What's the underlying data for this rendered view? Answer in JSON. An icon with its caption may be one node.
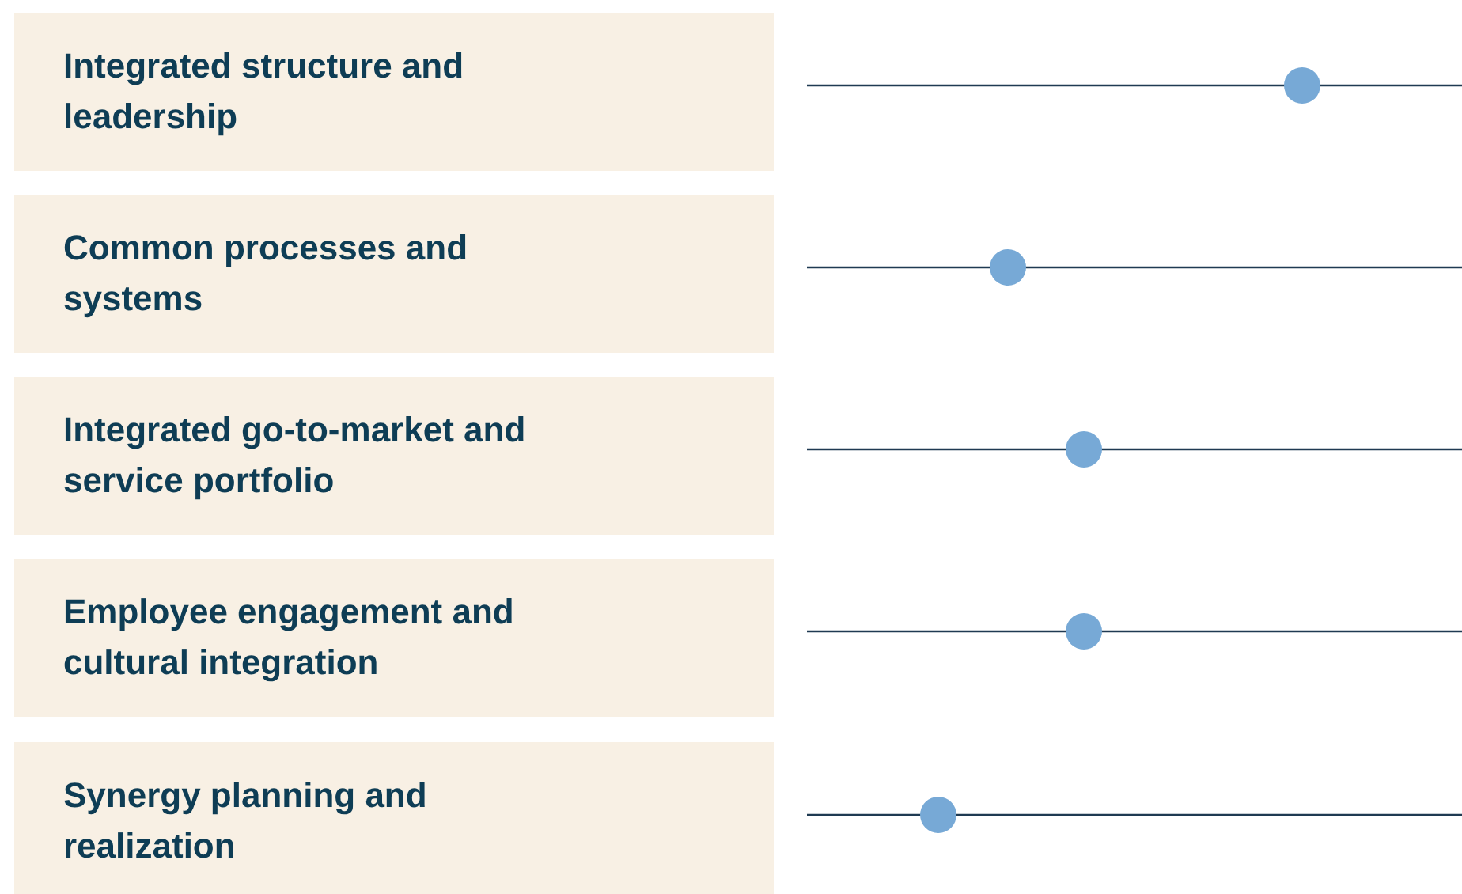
{
  "diagram": {
    "nodes": [
      {
        "text": [
          "Integrated structure and leadership"
        ]
      },
      {
        "text": [
          "Common processes and systems"
        ]
      },
      {
        "text": [
          "Integrated go-to-market and service portfolio"
        ]
      },
      {
        "text": [
          "Employee engagement and cultural integration"
        ]
      },
      {
        "text": [
          "Synergy planning and realization"
        ]
      }
    ]
  }
}
